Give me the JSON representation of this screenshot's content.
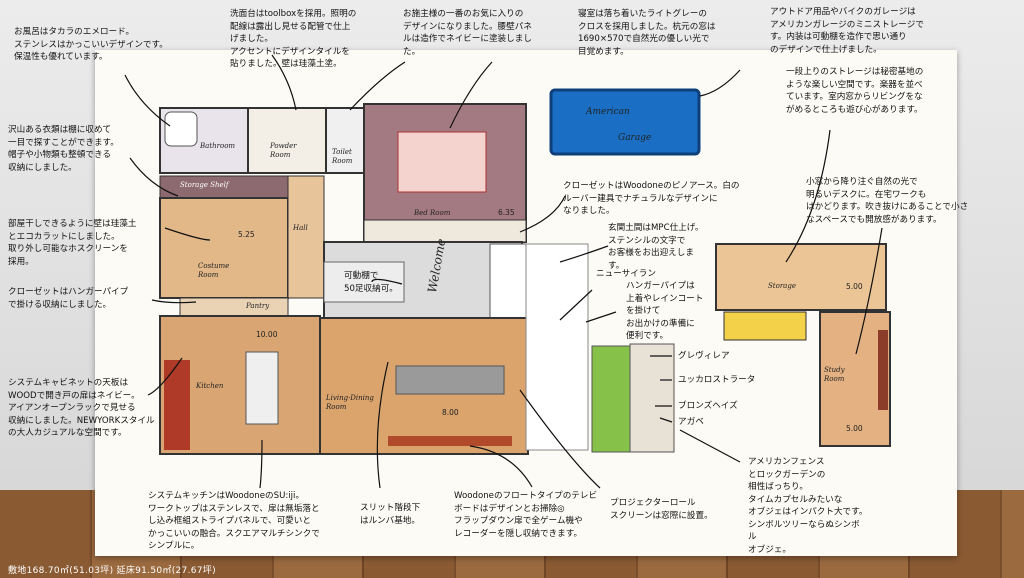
{
  "notes": {
    "bath": "お風呂はタカラのエメロード。\nステンレスはかっこいいデザインです。\n保温性も優れています。",
    "powder": "洗面台はtoolboxを採用。照明の\n配線は露出し見せる配管で仕上\nげました。\nアクセントにデザインタイルを\n貼りました。壁は珪藻土塗。",
    "master": "お施主様の一番のお気に入りの\nデザインになりました。腰壁パネ\nルは造作でネイビーに塗装しまし\nた。",
    "bedroom": "寝室は落ち着いたライトグレーの\nクロスを採用しました。杭元の窓は\n1690×570で自然光の優しい光で\n目覚めます。",
    "garage": "アウトドア用品やバイクのガレージは\nアメリカンガレージのミニストレージで\nす。内装は可動棚を造作で思い通り\nのデザインで仕上げました。",
    "storage_desc": "一段上りのストレージは秘密基地の\nような楽しい空間です。楽器を並べ\nています。室内窓からリビングをな\nがめるところも遊び心があります。",
    "clothes": "沢山ある衣類は棚に収めて\n一目で探すことができます。\n帽子や小物類も整頓できる\n収納にしました。",
    "drying": "部屋干しできるように壁は珪藻土\nとエコカラットにしました。\n取り外し可能なホスクリーンを\n採用。",
    "closet_bed": "クローゼットはWoodoneのピノアース。白の\nルーバー建具でナチュラルなデザインに\nなりました。",
    "entrance": "玄関土間はMPC仕上げ。\nステンシルの文字で\nお客様をお出迎えしま\nす。",
    "study": "小窓から降り注ぐ自然の光で\n明るいデスクに。在宅ワークも\nはかどります。吹き抜けにあることで小さ\nなスペースでも開放感があります。",
    "closet_pipe": "クローゼットはハンガーパイプ\nで掛ける収納にしました。",
    "movable_shelf": "可動棚で\n50足収納可。",
    "newyork_sailing": "ニューサイラン",
    "hanger_pipe": "ハンガーパイプは\n上着やレインコート\nを掛けて\nお出かけの準備に\n便利です。",
    "cabinet": "システムキャビネットの天板は\nWOODで開き戸の扉はネイビー。\nアイアンオープンラックで見せる\n収納にしました。NEWYORKスタイル\nの大人カジュアルな空間です。",
    "kitchen": "システムキッチンはWoodoneのSU:iji。\nワークトップはステンレスで、扉は無垢落と\nし込み框組ストライプパネルで、可愛いと\nかっこいいの融合。スクエアマルチシンクで\nシンプルに。",
    "slit_stairs": "スリット階段下\nはルンバ基地。",
    "tv_board": "Woodoneのフロートタイプのテレビ\nボードはデザインとお掃除◎\nフラップダウン扉で全ゲーム機や\nレコーダーを隠し収納できます。",
    "projector": "プロジェクターロール\nスクリーンは窓際に設置。",
    "fence": "アメリカンフェンス\nとロックガーデンの\n相性ばっちり。\nタイムカプセルみたいな\nオブジェはインパクト大です。\nシンボルツリーならぬシンボ\nル\nオブジェ。"
  },
  "plants": [
    "グレヴィレア",
    "ユッカロストラータ",
    "ブロンズヘイズ",
    "アガベ"
  ],
  "rooms": {
    "bathroom": "Bathroom",
    "powder": "Powder\nRoom",
    "toilet": "Toilet\nRoom",
    "bedroom": "Bed Room",
    "storage_shelf": "Storage Shelf",
    "costume": "Costume\nRoom",
    "hall": "Hall",
    "pantry": "Pantry",
    "kitchen": "Kitchen",
    "living": "Living·Dining\nRoom",
    "storage": "Storage",
    "study": "Study\nRoom",
    "garage_line1": "American",
    "garage_line2": "Garage",
    "welcome": "Welcome"
  },
  "dims": {
    "bedroom": "6.35",
    "costume": "5.25",
    "ldk": "10.00",
    "living": "8.00",
    "storage": "5.00",
    "study": "5.00"
  },
  "footer": "敷地168.70㎡(51.03坪)  延床91.50㎡(27.67坪)",
  "colors": {
    "wood": "#d9a673",
    "navy": "#1e3d7a",
    "mauve": "#8c6a70",
    "blue": "#1a6fc4",
    "green": "#7fc24a"
  }
}
